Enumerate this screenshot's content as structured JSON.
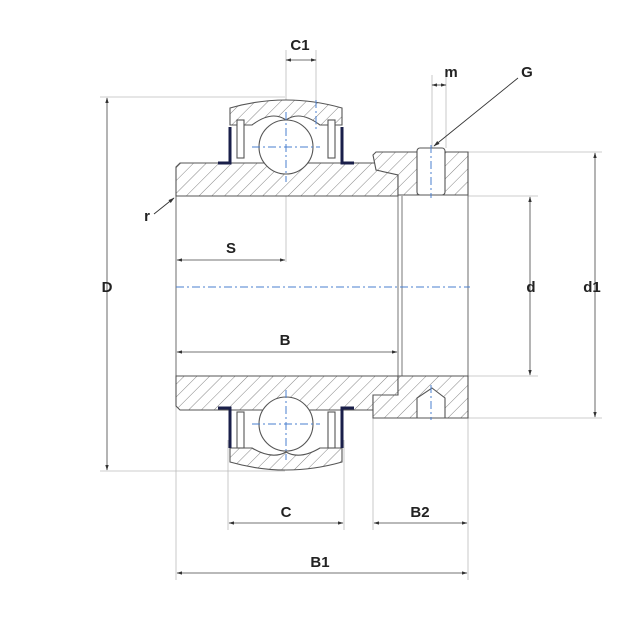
{
  "title": "Bearing insert with eccentric locking collar - dimension drawing",
  "labels": {
    "C1": "C1",
    "m": "m",
    "G": "G",
    "r": "r",
    "S": "S",
    "D": "D",
    "d": "d",
    "d1": "d1",
    "B": "B",
    "C": "C",
    "B2": "B2",
    "B1": "B1"
  },
  "colors": {
    "centerline": "#4a7fcf",
    "seal": "#1a1f4a",
    "outline": "#555555"
  }
}
